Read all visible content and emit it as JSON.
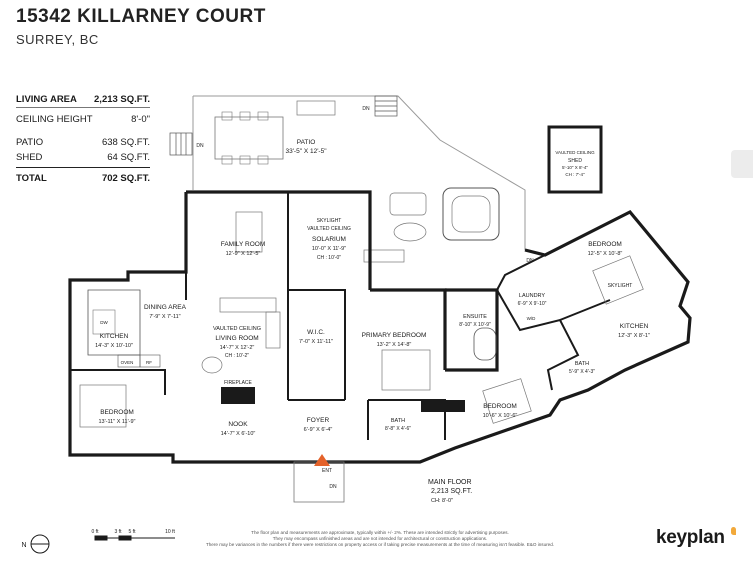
{
  "header": {
    "title": "15342 KILLARNEY COURT",
    "subtitle": "SURREY, BC"
  },
  "summary": {
    "rows": [
      {
        "label": "LIVING AREA",
        "value": "2,213 SQ.FT.",
        "bold": true
      },
      {
        "label": "CEILING HEIGHT",
        "value": "8'-0\"",
        "bold": false
      },
      {
        "label": "PATIO",
        "value": "638 SQ.FT.",
        "bold": false
      },
      {
        "label": "SHED",
        "value": "64 SQ.FT.",
        "bold": false
      },
      {
        "label": "TOTAL",
        "value": "702 SQ.FT.",
        "bold": true
      }
    ]
  },
  "rooms": {
    "patio": {
      "name": "PATIO",
      "dims": "33'-5\" X 12'-5\""
    },
    "shed": {
      "note": "VAULTED CEILING",
      "name": "SHED",
      "dims": "5'-10\" X 8'-4\"",
      "ch": "CH : 7'-4\""
    },
    "family_room": {
      "name": "FAMILY ROOM",
      "dims": "12'-9\" X 12'-5\""
    },
    "solarium": {
      "note1": "SKYLIGHT",
      "note2": "VAULTED CEILING",
      "name": "SOLARIUM",
      "dims": "10'-0\" X 11'-9\"",
      "ch": "CH : 10'-0\""
    },
    "dining_area": {
      "name": "DINING AREA",
      "dims": "7'-9\" X 7'-11\""
    },
    "kitchen_main": {
      "name": "KITCHEN",
      "dims": "14'-3\" X 10'-10\""
    },
    "living_room": {
      "note": "VAULTED CEILING",
      "name": "LIVING ROOM",
      "dims": "14'-7\" X 12'-2\"",
      "ch": "CH : 10'-2\""
    },
    "wic": {
      "name": "W.I.C.",
      "dims": "7'-0\" X 11'-11\""
    },
    "primary_bedroom": {
      "name": "PRIMARY BEDROOM",
      "dims": "13'-2\" X 14'-8\""
    },
    "ensuite": {
      "name": "ENSUITE",
      "dims": "8'-10\" X 10'-9\""
    },
    "laundry": {
      "name": "LAUNDRY",
      "dims": "6'-9\" X 9'-10\""
    },
    "bedroom_suite": {
      "name": "BEDROOM",
      "dims": "12'-5\" X 10'-8\"",
      "note": "SKYLIGHT"
    },
    "kitchen_suite": {
      "name": "KITCHEN",
      "dims": "12'-3\" X 8'-1\""
    },
    "bath_suite": {
      "name": "BATH",
      "dims": "5'-9\" X 4'-3\""
    },
    "bedroom_west": {
      "name": "BEDROOM",
      "dims": "13'-11\" X 11'-9\""
    },
    "nook": {
      "name": "NOOK",
      "dims": "14'-7\" X 6'-10\""
    },
    "foyer": {
      "name": "FOYER",
      "dims": "6'-9\" X 6'-4\""
    },
    "bath_main": {
      "name": "BATH",
      "dims": "8'-8\" X 4'-6\""
    },
    "bedroom_south": {
      "name": "BEDROOM",
      "dims": "10'-6\" X 10'-6\""
    }
  },
  "labels": {
    "dn": "DN",
    "ent": "ENT",
    "fireplace": "FIREPLACE",
    "oven": "OVEN",
    "rf": "RF",
    "dw": "DW",
    "wd": "W/D"
  },
  "floor": {
    "name": "MAIN FLOOR",
    "area": "2,213 SQ.FT.",
    "ch": "CH: 8'-0\""
  },
  "scale": {
    "n": "N",
    "ticks": [
      "0 ft",
      "3 ft",
      "5 ft",
      "10 ft"
    ]
  },
  "disclaimer": [
    "The floor plan and measurements are approximate, typically within +/- 2%. These are intended strictly for advertising purposes.",
    "They may encompass unfinished areas and are not intended for architectural or construction applications.",
    "There may be variances in the numbers if there were restrictions on property access or if taking precise measurements at the time of measuring isn't feasible. E&O insured."
  ],
  "brand": {
    "name": "keyplan",
    "accent": "#f2a93b"
  },
  "colors": {
    "wall": "#1a1a1a",
    "line": "#555555",
    "light": "#9a9a9a"
  }
}
